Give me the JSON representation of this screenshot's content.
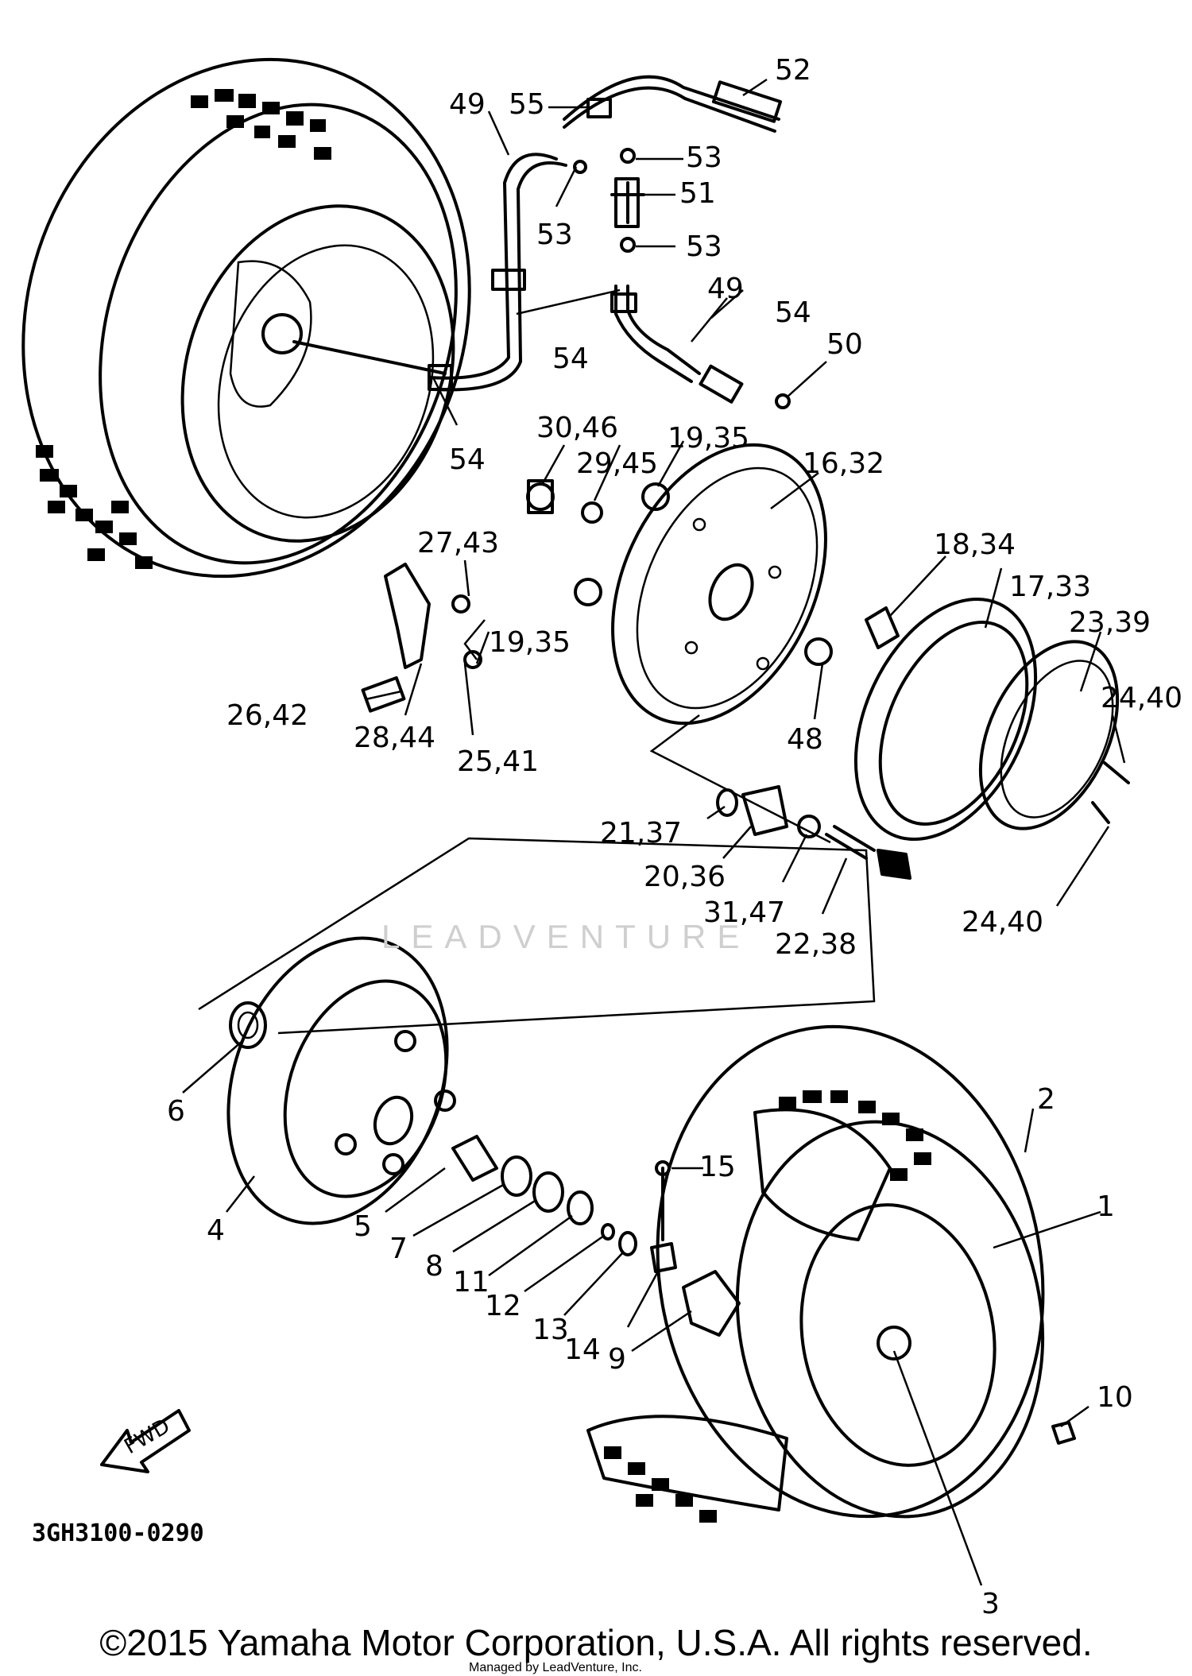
{
  "drawing": {
    "code": "3GH3100-0290",
    "fwd_label": "FWD",
    "watermark": "LEADVENTURE",
    "copyright": "©2015 Yamaha Motor Corporation, U.S.A. All rights reserved.",
    "managed_by": "Managed by LeadVenture, Inc."
  },
  "callouts": [
    "52",
    "55",
    "49",
    "53",
    "51",
    "53",
    "53",
    "54",
    "49",
    "54",
    "50",
    "54",
    "30,46",
    "29,45",
    "19,35",
    "16,32",
    "27,43",
    "18,34",
    "17,33",
    "23,39",
    "19,35",
    "24,40",
    "26,42",
    "28,44",
    "25,41",
    "48",
    "21,37",
    "20,36",
    "31,47",
    "22,38",
    "24,40",
    "6",
    "2",
    "15",
    "1",
    "4",
    "5",
    "7",
    "8",
    "11",
    "12",
    "13",
    "14",
    "9",
    "10",
    "3"
  ]
}
